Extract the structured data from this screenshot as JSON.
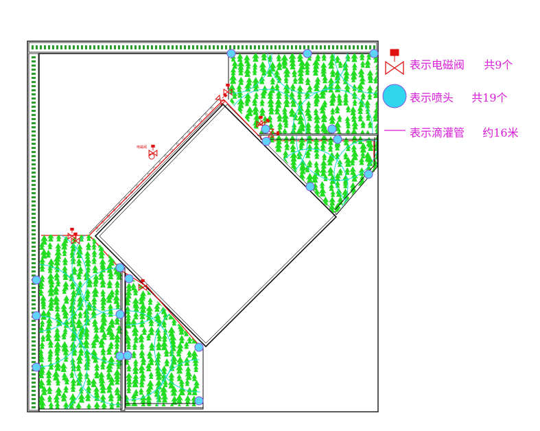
{
  "legend": {
    "valve_label": "表示电磁阀",
    "valve_count": "共9个",
    "sprinkler_label": "表示喷头",
    "sprinkler_count": "共19个",
    "drip_label": "表示滴灌管",
    "drip_length": "约16米"
  },
  "plan": {
    "valve_tag": "电磁阀"
  },
  "colors": {
    "outline": "#111111",
    "pipe": "#e01010",
    "valve": "#e01010",
    "sprinkler_fill": "#5fd3f5",
    "sprinkler_stroke": "#8a4fe0",
    "drip": "#1fd8d8",
    "plant": "#22dd22",
    "legend_text": "#d81bd8"
  },
  "icons": [
    "valve-icon",
    "sprinkler-icon",
    "drip-line-icon",
    "tree-icon"
  ]
}
